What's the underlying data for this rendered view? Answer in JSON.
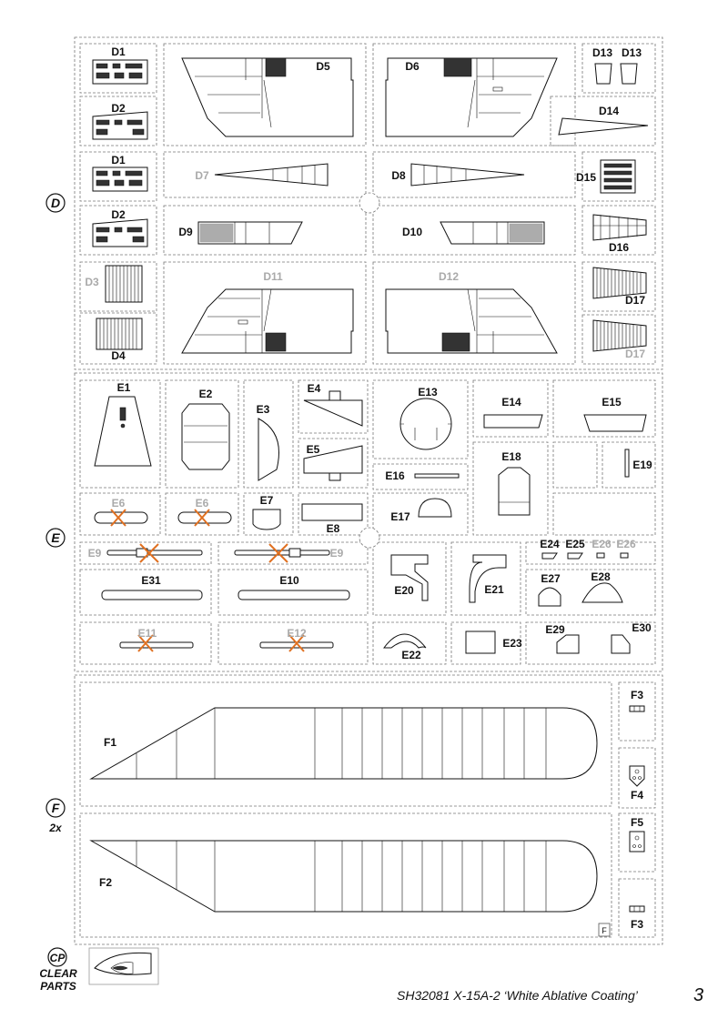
{
  "sections": {
    "D": "D",
    "E": "E",
    "F": "F",
    "CP": "CP"
  },
  "f_note": "2x",
  "clear_parts": [
    "CLEAR",
    "PARTS"
  ],
  "d_labels": {
    "D1a": "D1",
    "D2a": "D2",
    "D1b": "D1",
    "D2b": "D2",
    "D3": "D3",
    "D4": "D4",
    "D5": "D5",
    "D6": "D6",
    "D7": "D7",
    "D8": "D8",
    "D9": "D9",
    "D10": "D10",
    "D11": "D11",
    "D12": "D12",
    "D13a": "D13",
    "D13b": "D13",
    "D14": "D14",
    "D15": "D15",
    "D16": "D16",
    "D17a": "D17",
    "D17b": "D17"
  },
  "e_labels": {
    "E1": "E1",
    "E2": "E2",
    "E3": "E3",
    "E4": "E4",
    "E5": "E5",
    "E6a": "E6",
    "E6b": "E6",
    "E7": "E7",
    "E8": "E8",
    "E9a": "E9",
    "E9b": "E9",
    "E10": "E10",
    "E11": "E11",
    "E12": "E12",
    "E13": "E13",
    "E14": "E14",
    "E15": "E15",
    "E16": "E16",
    "E17": "E17",
    "E18": "E18",
    "E19": "E19",
    "E20": "E20",
    "E21": "E21",
    "E22": "E22",
    "E23": "E23",
    "E24": "E24",
    "E25": "E25",
    "E26a": "E26",
    "E26b": "E26",
    "E27": "E27",
    "E28": "E28",
    "E29": "E29",
    "E30": "E30",
    "E31": "E31"
  },
  "f_labels": {
    "F1": "F1",
    "F2": "F2",
    "F3a": "F3",
    "F3b": "F3",
    "F4": "F4",
    "F5": "F5"
  },
  "fret_mark": "F",
  "footer": "SH32081 X-15A-2 ‘White Ablative Coating’",
  "page_number": "3",
  "colors": {
    "line": "#111111",
    "grey_label": "#aaaaaa",
    "cross": "#e07020",
    "dash": "#777777"
  }
}
